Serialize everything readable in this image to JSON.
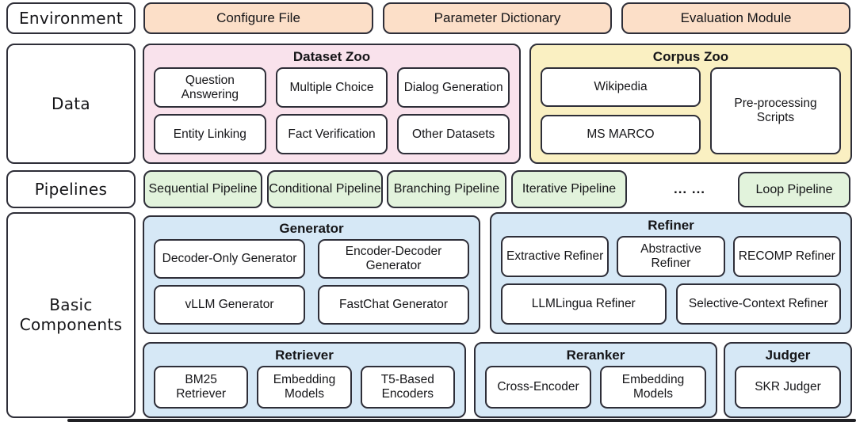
{
  "colors": {
    "peach": "#fcdfc8",
    "pink": "#f9e2ec",
    "yellow": "#faf0c2",
    "green": "#e2f3dc",
    "blue": "#d6e8f6",
    "border": "#2e2e38"
  },
  "environment_row": {
    "label": "Environment",
    "items": [
      "Configure File",
      "Parameter Dictionary",
      "Evaluation Module"
    ]
  },
  "data_row": {
    "label": "Data",
    "dataset_zoo": {
      "title": "Dataset Zoo",
      "items": [
        "Question Answering",
        "Multiple Choice",
        "Dialog Generation",
        "Entity Linking",
        "Fact Verification",
        "Other Datasets"
      ]
    },
    "corpus_zoo": {
      "title": "Corpus Zoo",
      "items": [
        "Wikipedia",
        "MS MARCO"
      ],
      "side_item": "Pre-processing Scripts"
    }
  },
  "pipelines_row": {
    "label": "Pipelines",
    "items": [
      "Sequential Pipeline",
      "Conditional Pipeline",
      "Branching Pipeline",
      "Iterative Pipeline"
    ],
    "ellipsis": "... ...",
    "last_item": "Loop Pipeline"
  },
  "basic_components": {
    "label": "Basic Components",
    "generator": {
      "title": "Generator",
      "items": [
        "Decoder-Only Generator",
        "Encoder-Decoder Generator",
        "vLLM Generator",
        "FastChat Generator"
      ]
    },
    "refiner": {
      "title": "Refiner",
      "items": [
        "Extractive Refiner",
        "Abstractive Refiner",
        "RECOMP Refiner",
        "LLMLingua Refiner",
        "Selective-Context Refiner"
      ]
    },
    "retriever": {
      "title": "Retriever",
      "items": [
        "BM25 Retriever",
        "Embedding Models",
        "T5-Based Encoders"
      ]
    },
    "reranker": {
      "title": "Reranker",
      "items": [
        "Cross-Encoder",
        "Embedding Models"
      ]
    },
    "judger": {
      "title": "Judger",
      "items": [
        "SKR Judger"
      ]
    }
  }
}
